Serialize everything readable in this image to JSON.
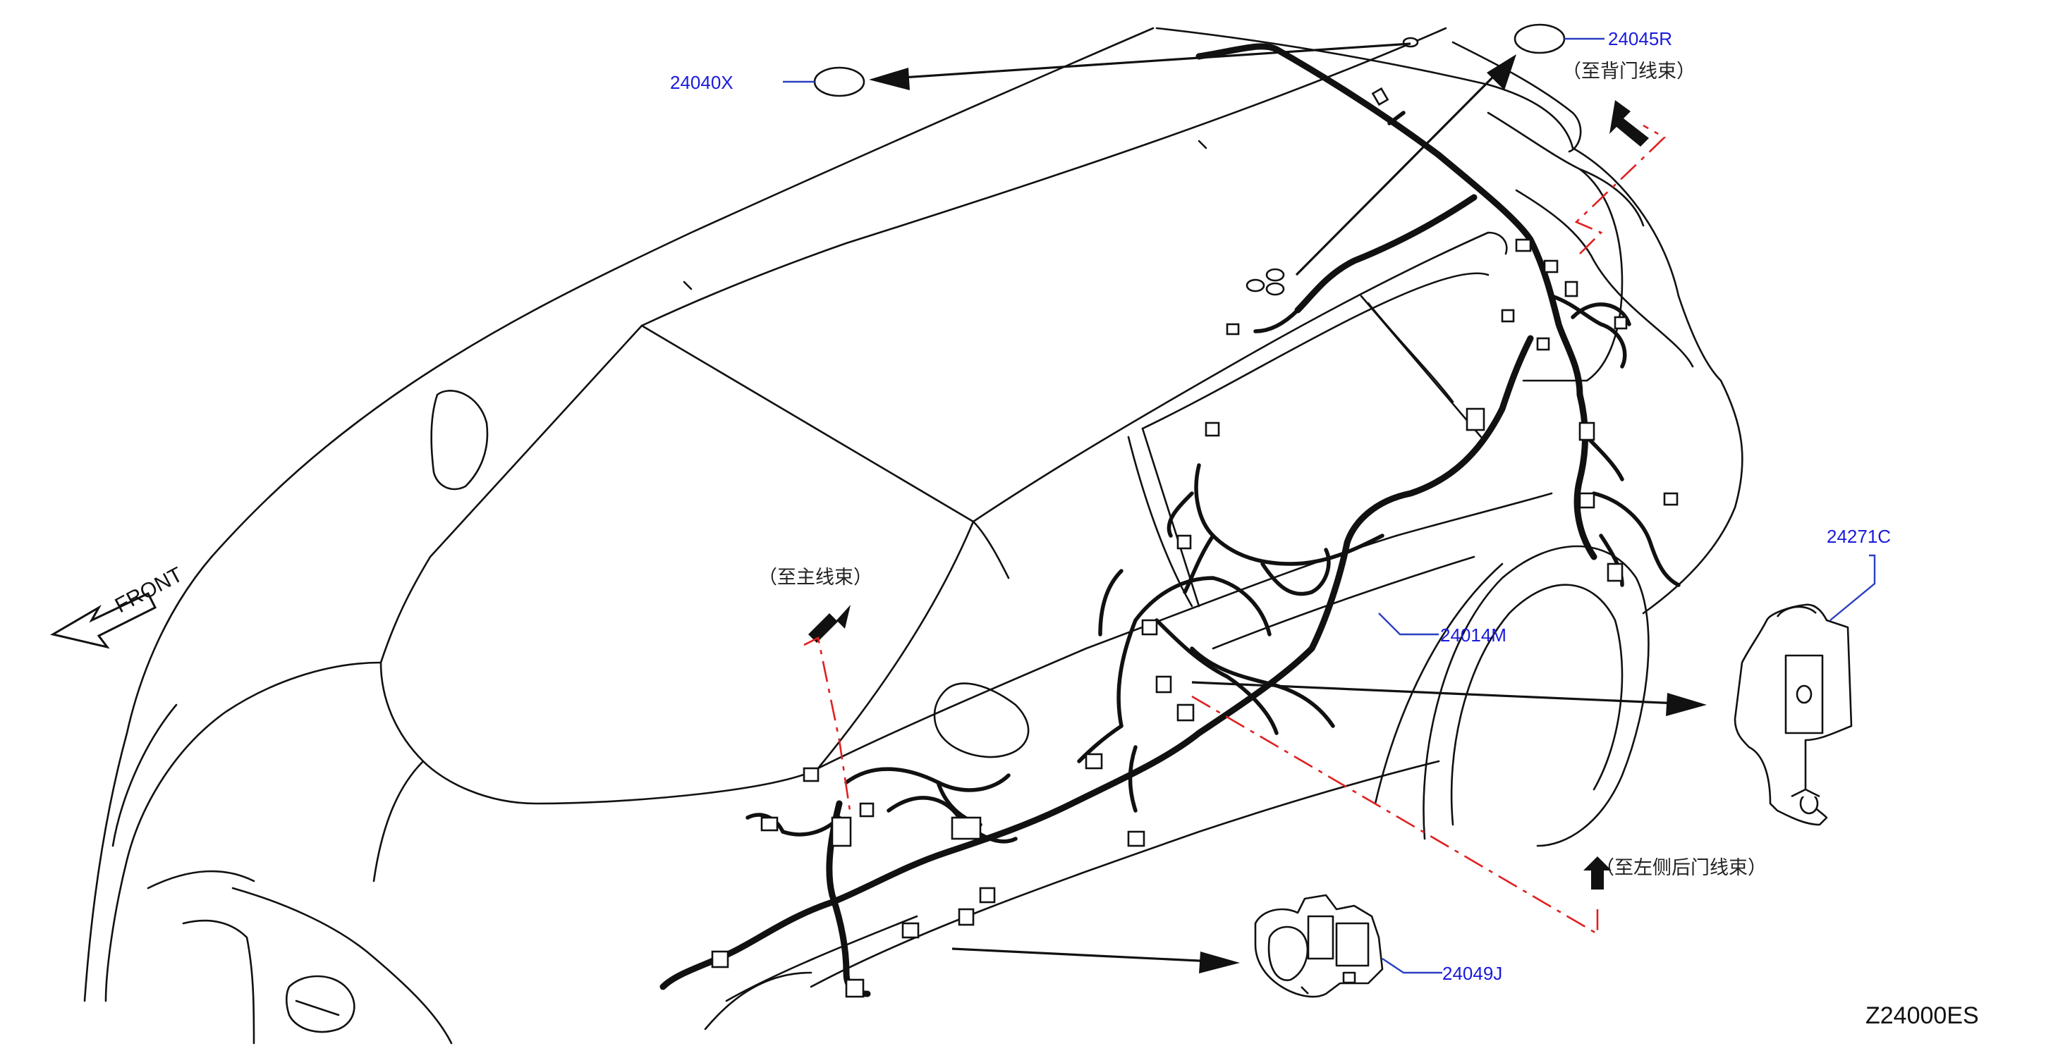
{
  "diagram": {
    "code": "Z24000ES",
    "front_label": "FRONT",
    "parts": [
      {
        "id": "24040X"
      },
      {
        "id": "24045R"
      },
      {
        "id": "24014M"
      },
      {
        "id": "24271C"
      },
      {
        "id": "24049J"
      }
    ],
    "notes": {
      "to_back_door": "（至背门线束）",
      "to_main": "（至主线束）",
      "to_left_rear_door": "（至左侧后门线束）"
    },
    "colors": {
      "part_label": "#1a1adc",
      "leader": "#2a3fc0",
      "dash_line": "#e02020",
      "line": "#111111"
    }
  }
}
